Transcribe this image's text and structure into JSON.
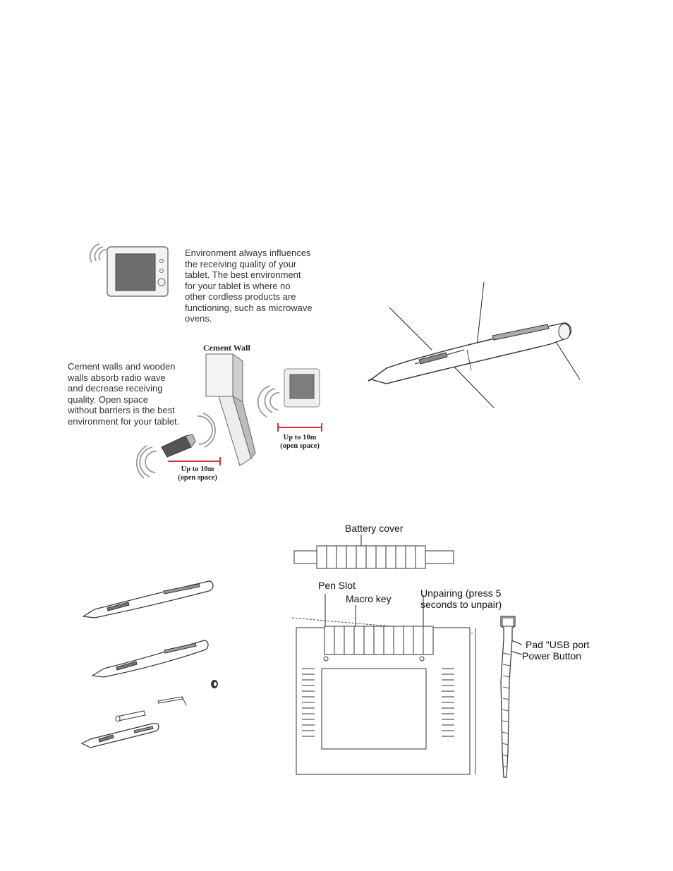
{
  "environment_text": "Environment always influences\nthe receiving quality of your\ntablet. The best environment\nfor your tablet is where no\nother cordless products are\nfunctioning, such as microwave\novens.",
  "walls_text": "Cement walls and wooden\nwalls  absorb radio wave\nand decrease receiving\nquality. Open space\nwithout barriers is the best\nenvironment for your tablet.",
  "cement_wall_label": "Cement Wall",
  "range_label_right": "Up to 10m\n(open space)",
  "range_label_left": "Up to 10m\n(open space)",
  "diagram_labels": {
    "battery_cover": "Battery cover",
    "pen_slot": "Pen Slot",
    "macro_key": "Macro key",
    "unpairing": "Unpairing (press 5\nseconds to unpair)",
    "pad_usb_port": "Pad  \"USB port",
    "power_button": "Power Button"
  },
  "colors": {
    "range_bar": "#d8333b",
    "line": "#222222",
    "screen": "#6e6e6e"
  }
}
